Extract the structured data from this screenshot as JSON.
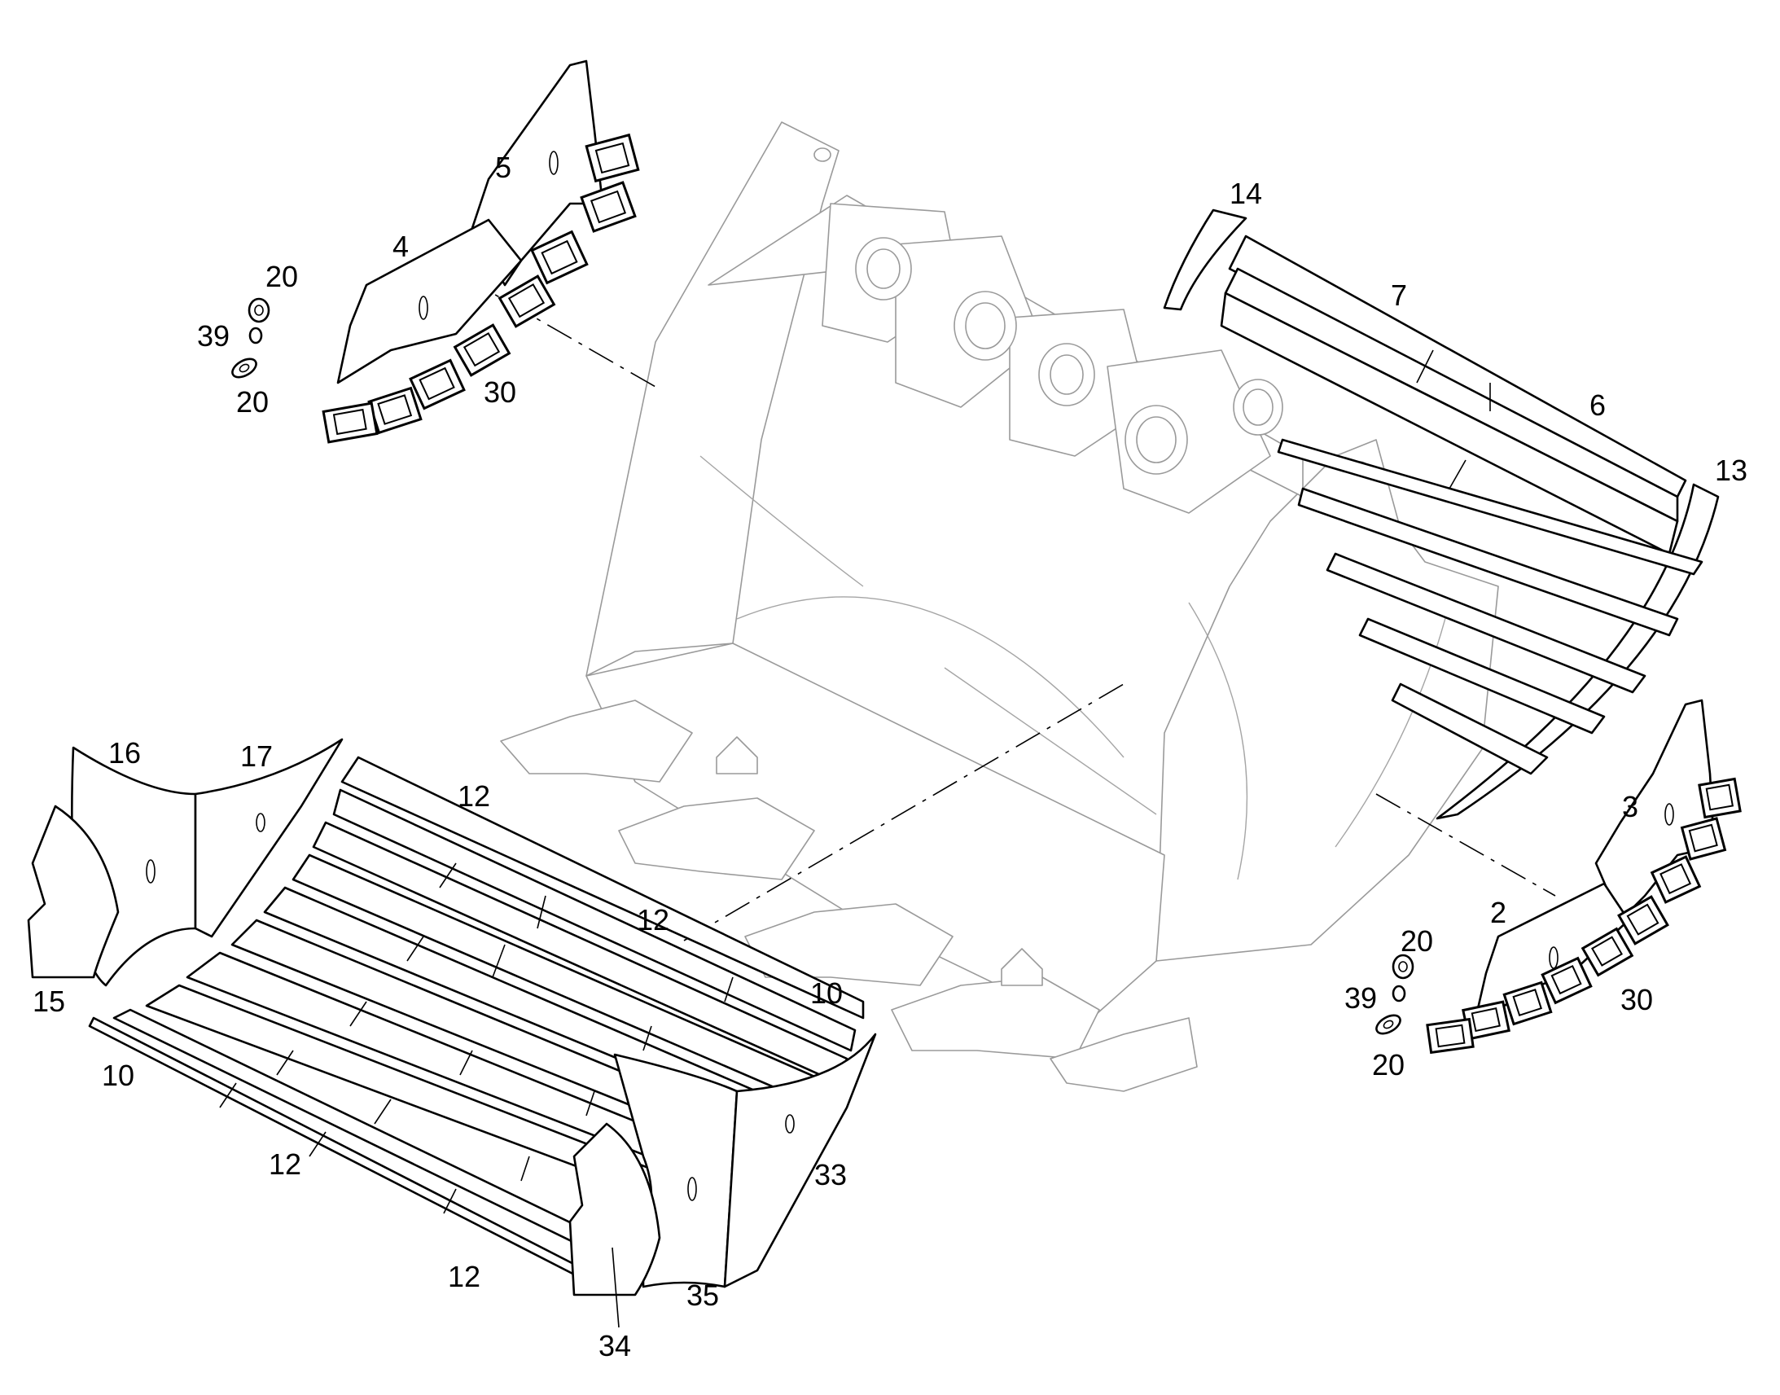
{
  "callouts": {
    "c5": "5",
    "c4": "4",
    "c20a": "20",
    "c39a": "39",
    "c20b": "20",
    "c30a": "30",
    "c14": "14",
    "c7": "7",
    "c6": "6",
    "c13": "13",
    "c16": "16",
    "c17": "17",
    "c15": "15",
    "c12a": "12",
    "c12b": "12",
    "c10a": "10",
    "c10b": "10",
    "c12c": "12",
    "c12d": "12",
    "c33": "33",
    "c35": "35",
    "c34": "34",
    "c3": "3",
    "c2": "2",
    "c20c": "20",
    "c39b": "39",
    "c20d": "20",
    "c30b": "30"
  }
}
